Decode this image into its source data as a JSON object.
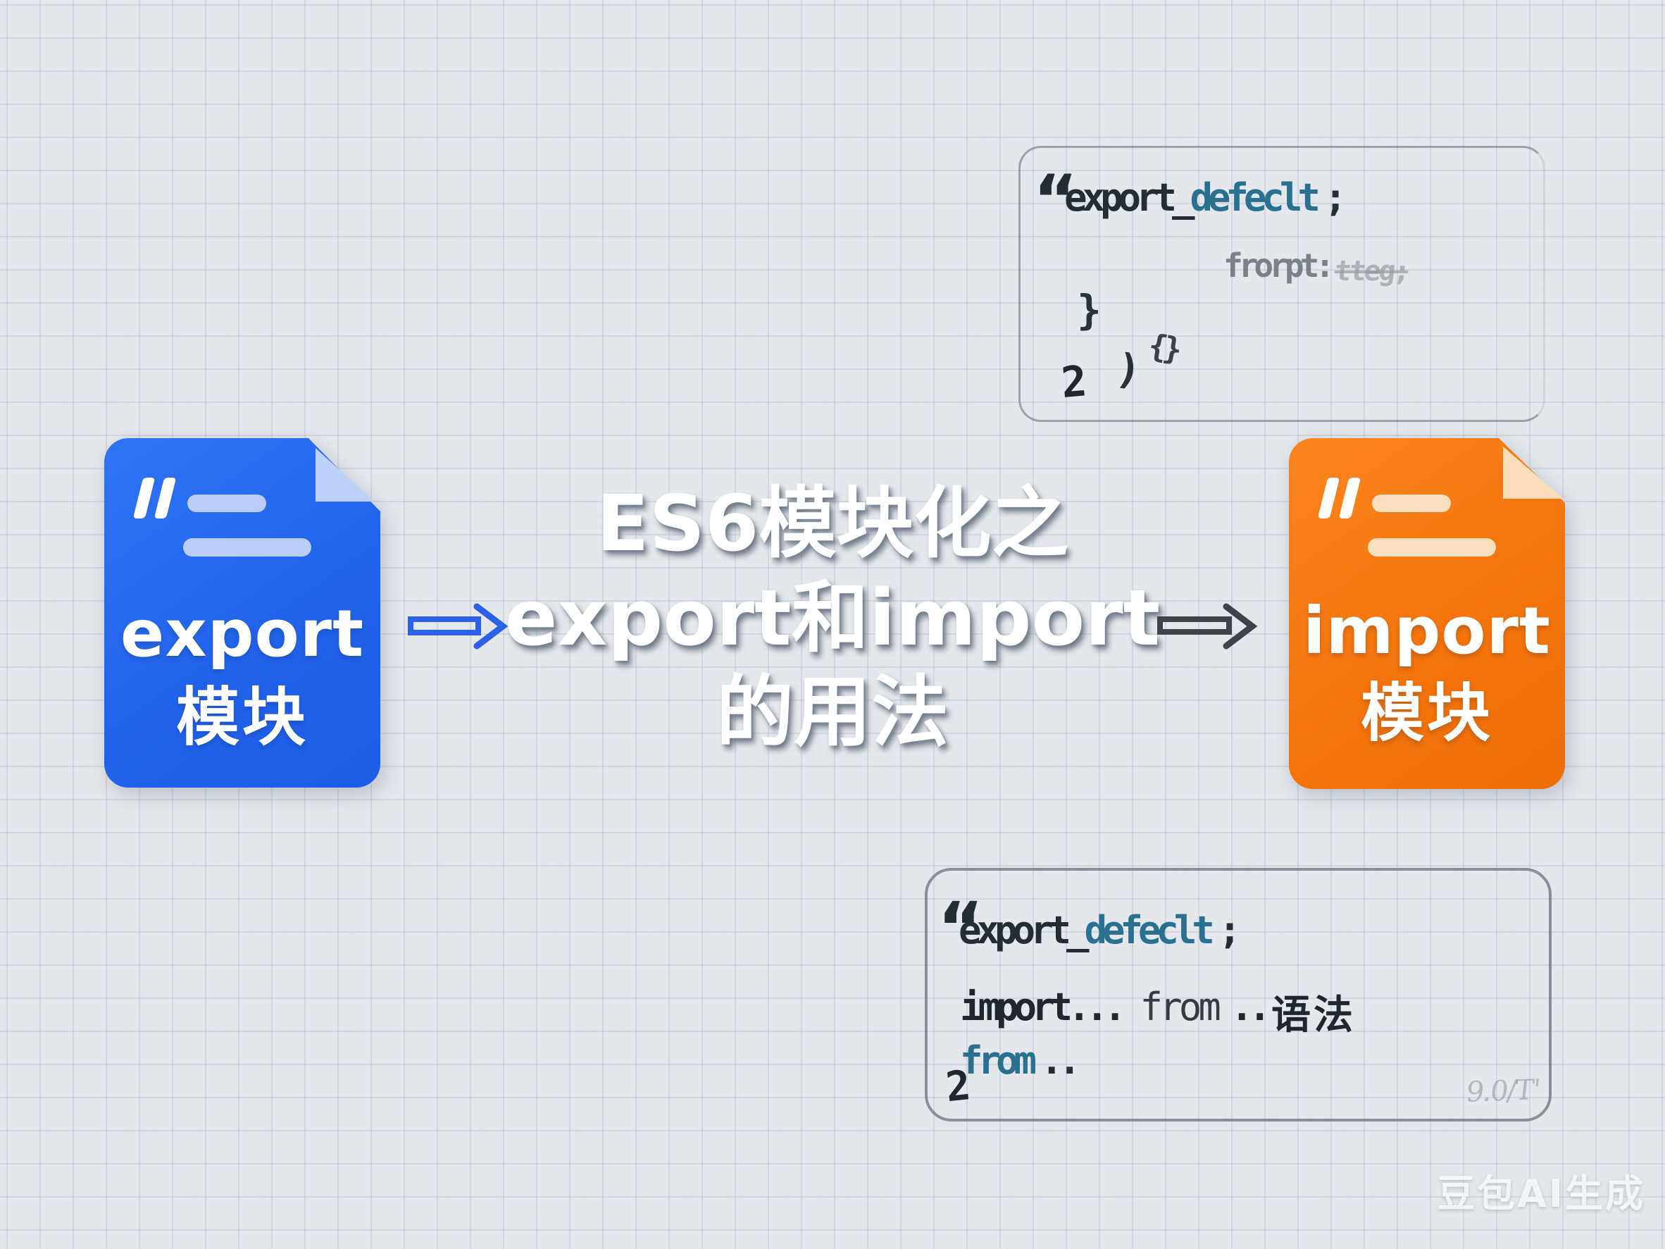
{
  "page": {
    "watermark": "豆包AI生成",
    "background_color": "#e5e8ec",
    "grid_color": "#96a4c0"
  },
  "title": {
    "line1": "ES6模块化之",
    "line2": "export和import",
    "line3": "的用法"
  },
  "cards": {
    "export": {
      "word": "export",
      "word_zh": "模块",
      "color": "#2263ec",
      "fold_color": "#bdd0f8",
      "line_color": "#b9cdf6"
    },
    "import": {
      "word": "import",
      "word_zh": "模块",
      "color": "#f5740c",
      "fold_color": "#f9dcb8",
      "line_color": "#f8dfbe"
    }
  },
  "arrows": {
    "left_color": "#2a61e8",
    "right_color": "#3e444a"
  },
  "code_box_top": {
    "quote": "“",
    "line1": {
      "keyword": "export_",
      "identifier": "defeclt",
      "punct": ";"
    },
    "line2": {
      "faded": "frorpt:",
      "garbled": "tteg;"
    },
    "scatter": {
      "brace_close": "}",
      "paren": ")",
      "digit": "2",
      "braces": "{}"
    }
  },
  "code_box_bottom": {
    "quote": "“",
    "line1": {
      "keyword": "export_",
      "identifier": "defeclt",
      "punct": ";"
    },
    "line2": {
      "keyword": "import",
      "dots": "...",
      "from": "from",
      "dots2": "..",
      "label_zh": "语法"
    },
    "line3": {
      "from": "from",
      "dots": ".."
    },
    "scatter": {
      "digit": "2"
    },
    "corner_garbled": "9.0/T'"
  },
  "code_colors": {
    "dark": "#242d33",
    "teal": "#2a7090",
    "faded": "#8d9398"
  }
}
